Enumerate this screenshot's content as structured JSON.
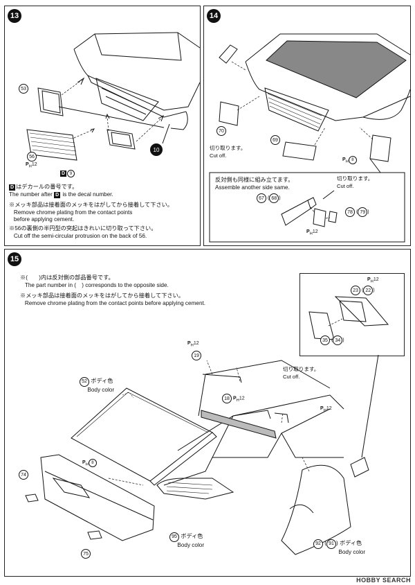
{
  "step13": {
    "number": "13",
    "parts": {
      "p53": "53",
      "p56": "56",
      "p10": "10"
    },
    "tag_p": "P",
    "tag_h": "H",
    "tag_12": "12",
    "decal_d": "D",
    "decal_9": "9",
    "notes": {
      "decal_jp": "はデカールの番号です。",
      "decal_en_pre": "The number after",
      "decal_en_post": "is the decal number.",
      "chrome_jp": "※メッキ部品は接着面のメッキをはがしてから接着して下さい。",
      "chrome_en1": "Remove chrome plating from the contact points",
      "chrome_en2": "before applying cement.",
      "cut_jp_pre": "※",
      "cut_jp_num": "56",
      "cut_jp": "の裏側の半円型の突起はきれいに切り取って下さい。",
      "cut_en": "Cut off the semi-circular protrusion on the back of",
      "cut_en_num": "56",
      "cut_en_end": "."
    }
  },
  "step14": {
    "number": "14",
    "parts": {
      "p70": "70",
      "p69": "69",
      "p8": "8",
      "p67": "67",
      "p68": "68",
      "p78": "78",
      "p79": "79",
      "p12": "12"
    },
    "cut_jp": "切り取ります。",
    "cut_en": "Cut off.",
    "assemble_jp": "反対側も同様に組み立てます。",
    "assemble_en": "Assemble another side same.",
    "cut2_jp": "切り取ります。",
    "cut2_en": "Cut off."
  },
  "step15": {
    "number": "15",
    "note1_jp": "※(　　)内は反対側の部品番号です。",
    "note1_en": "The part number in (　) corresponds to the opposite side.",
    "note2_jp": "※メッキ部品は接着面のメッキをはがしてから接着して下さい。",
    "note2_en": "Remove chrome plating from the contact points before applying cement.",
    "parts": {
      "p52": "52",
      "p19": "19",
      "p18": "18",
      "p74": "74",
      "p75": "75",
      "p95": "95",
      "p92": "92",
      "p91": "91",
      "p23": "23",
      "p22": "22",
      "p35": "35",
      "p34": "34",
      "p12a": "12",
      "p12b": "12",
      "p12c": "12",
      "p12d": "12",
      "p8": "8"
    },
    "body_color_jp": "ボディ色",
    "body_color_en": "Body color",
    "cut_jp": "切り取ります。",
    "cut_en": "Cut off."
  },
  "watermark": "HOBBY SEARCH"
}
